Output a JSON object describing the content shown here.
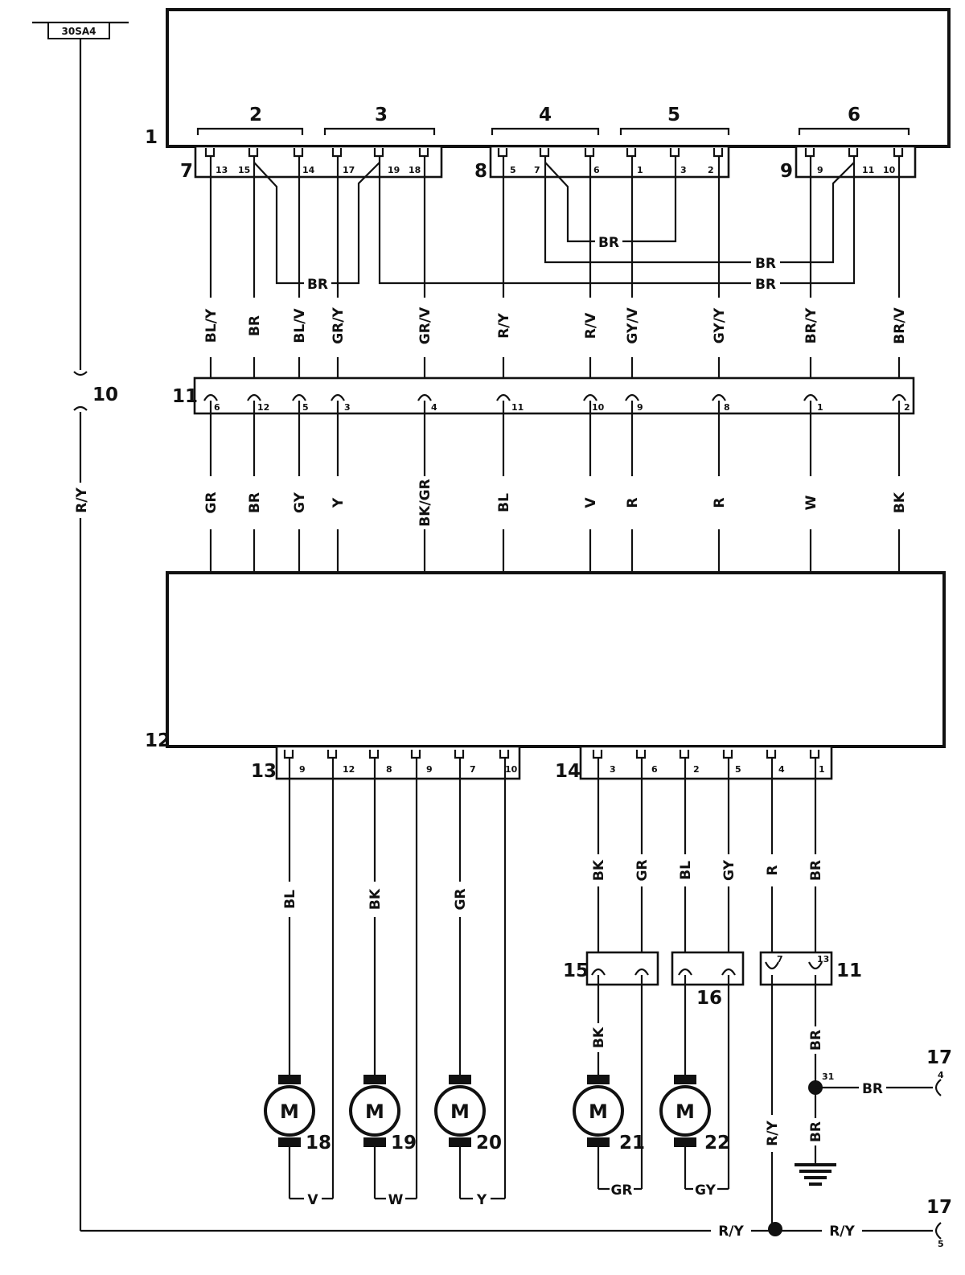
{
  "fuse_label": "30SA4",
  "refs": {
    "r1": "1",
    "r2": "2",
    "r3": "3",
    "r4": "4",
    "r5": "5",
    "r6": "6",
    "r7": "7",
    "r8": "8",
    "r9": "9",
    "r10": "10",
    "r11": "11",
    "r11b": "11",
    "r12": "12",
    "r13": "13",
    "r14": "14",
    "r15": "15",
    "r16": "16",
    "r17a": "17",
    "r17b": "17",
    "r18": "18",
    "r19": "19",
    "r20": "20",
    "r21": "21",
    "r22": "22"
  },
  "motor_symbol": "M",
  "pins": {
    "c7": [
      "13",
      "15",
      "14",
      "17",
      "19",
      "18"
    ],
    "c8": [
      "5",
      "7",
      "6",
      "1",
      "3",
      "2"
    ],
    "c9": [
      "9",
      "11",
      "10"
    ],
    "c11": [
      "6",
      "12",
      "5",
      "3",
      "4",
      "11",
      "10",
      "9",
      "8",
      "1",
      "2"
    ],
    "c13": [
      "9",
      "12",
      "8",
      "9",
      "7",
      "10"
    ],
    "c14": [
      "3",
      "6",
      "2",
      "5",
      "4",
      "1"
    ],
    "c11b": [
      "7",
      "13"
    ],
    "node31": "31",
    "p17a": "4",
    "p17b": "5"
  },
  "wires": {
    "upper": [
      "BL/Y",
      "BR",
      "BL/V",
      "GR/Y",
      "GR/V",
      "R/Y",
      "R/V",
      "GY/V",
      "GY/Y",
      "BR/Y",
      "BR/V"
    ],
    "lower": [
      "GR",
      "BR",
      "GY",
      "Y",
      "BK/GR",
      "BL",
      "V",
      "R",
      "R",
      "W",
      "BK"
    ],
    "bridge_c8": "BR",
    "bridge_c9a": "BR",
    "bridge_c9b": "BR",
    "bridge_c7": "BR",
    "feed": "R/Y",
    "motor_drive": [
      "BL",
      "BK",
      "GR"
    ],
    "motor_return": [
      "V",
      "W",
      "Y"
    ],
    "c14_wires": [
      "BK",
      "GR",
      "BL",
      "GY",
      "R",
      "BR"
    ],
    "m21_feed": "BK",
    "m21_return": "GR",
    "m22_return": "GY",
    "ground_br_upper": "BR",
    "ground_br_lower": "BR",
    "br_to_17": "BR",
    "ry_vertical": "R/Y",
    "ry_bottom_left": "R/Y",
    "ry_bottom_right": "R/Y"
  }
}
